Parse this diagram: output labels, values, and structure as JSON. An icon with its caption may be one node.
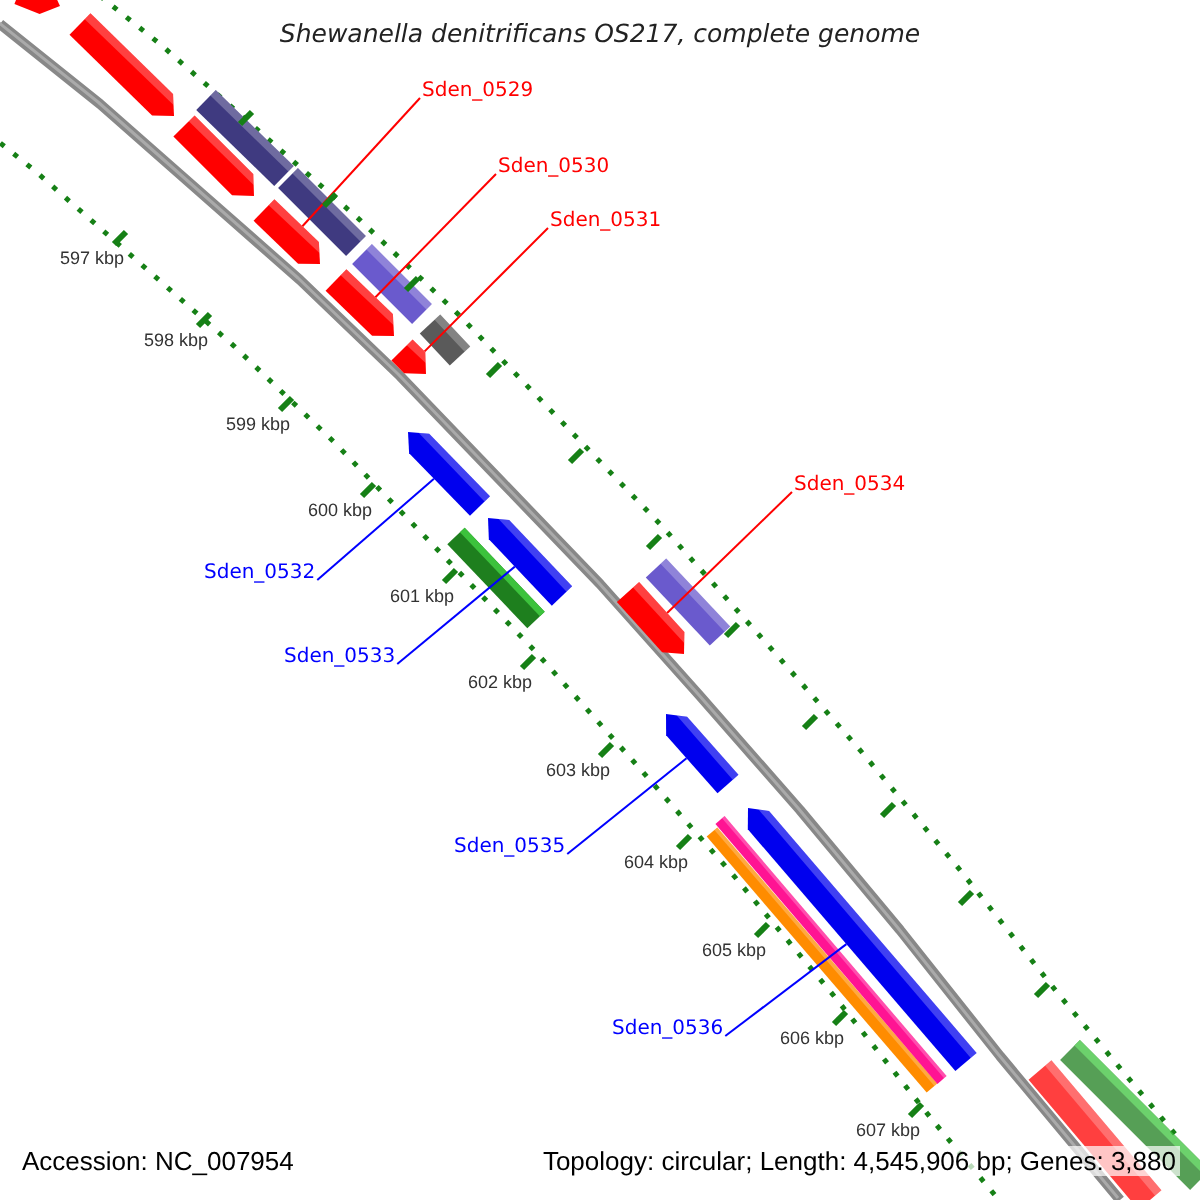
{
  "diagram": {
    "title": "Shewanella denitrificans OS217, complete genome",
    "nodes": [
      {
        "text": [
          "Sden_0529"
        ]
      },
      {
        "text": [
          "Sden_0530"
        ]
      },
      {
        "text": [
          "Sden_0531"
        ]
      },
      {
        "text": [
          "Sden_0534"
        ]
      },
      {
        "text": [
          "Sden_0532"
        ]
      },
      {
        "text": [
          "Sden_0533"
        ]
      },
      {
        "text": [
          "Sden_0535"
        ]
      },
      {
        "text": [
          "Sden_0536"
        ]
      },
      {
        "text": [],
        "shape": "bar"
      },
      {
        "text": [],
        "shape": "bar"
      },
      {
        "text": [],
        "shape": "bar"
      },
      {
        "text": [],
        "shape": "bar"
      },
      {
        "text": [],
        "shape": "bar"
      },
      {
        "text": [],
        "shape": "bar"
      },
      {
        "text": [],
        "shape": "bar"
      },
      {
        "text": [],
        "shape": "bar"
      }
    ],
    "edges": [
      {
        "from": 0,
        "to": 8,
        "arrow": "none",
        "color": "#ff0000"
      },
      {
        "from": 1,
        "to": 9,
        "arrow": "none",
        "color": "#ff0000"
      },
      {
        "from": 2,
        "to": 10,
        "arrow": "none",
        "color": "#ff0000"
      },
      {
        "from": 3,
        "to": 13,
        "arrow": "none",
        "color": "#ff0000"
      },
      {
        "from": 4,
        "to": 11,
        "arrow": "none",
        "color": "#0000ff"
      },
      {
        "from": 5,
        "to": 12,
        "arrow": "none",
        "color": "#0000ff"
      },
      {
        "from": 6,
        "to": 14,
        "arrow": "none",
        "color": "#0000ff"
      },
      {
        "from": 7,
        "to": 15,
        "arrow": "none",
        "color": "#0000ff"
      }
    ],
    "labels": [
      "597 kbp",
      "598 kbp",
      "599 kbp",
      "600 kbp",
      "601 kbp",
      "602 kbp",
      "603 kbp",
      "604 kbp",
      "605 kbp",
      "606 kbp",
      "607 kbp",
      "Accession: NC_007954",
      "Topology: circular; Length: 4,545,906 bp; Genes: 3,880"
    ]
  }
}
